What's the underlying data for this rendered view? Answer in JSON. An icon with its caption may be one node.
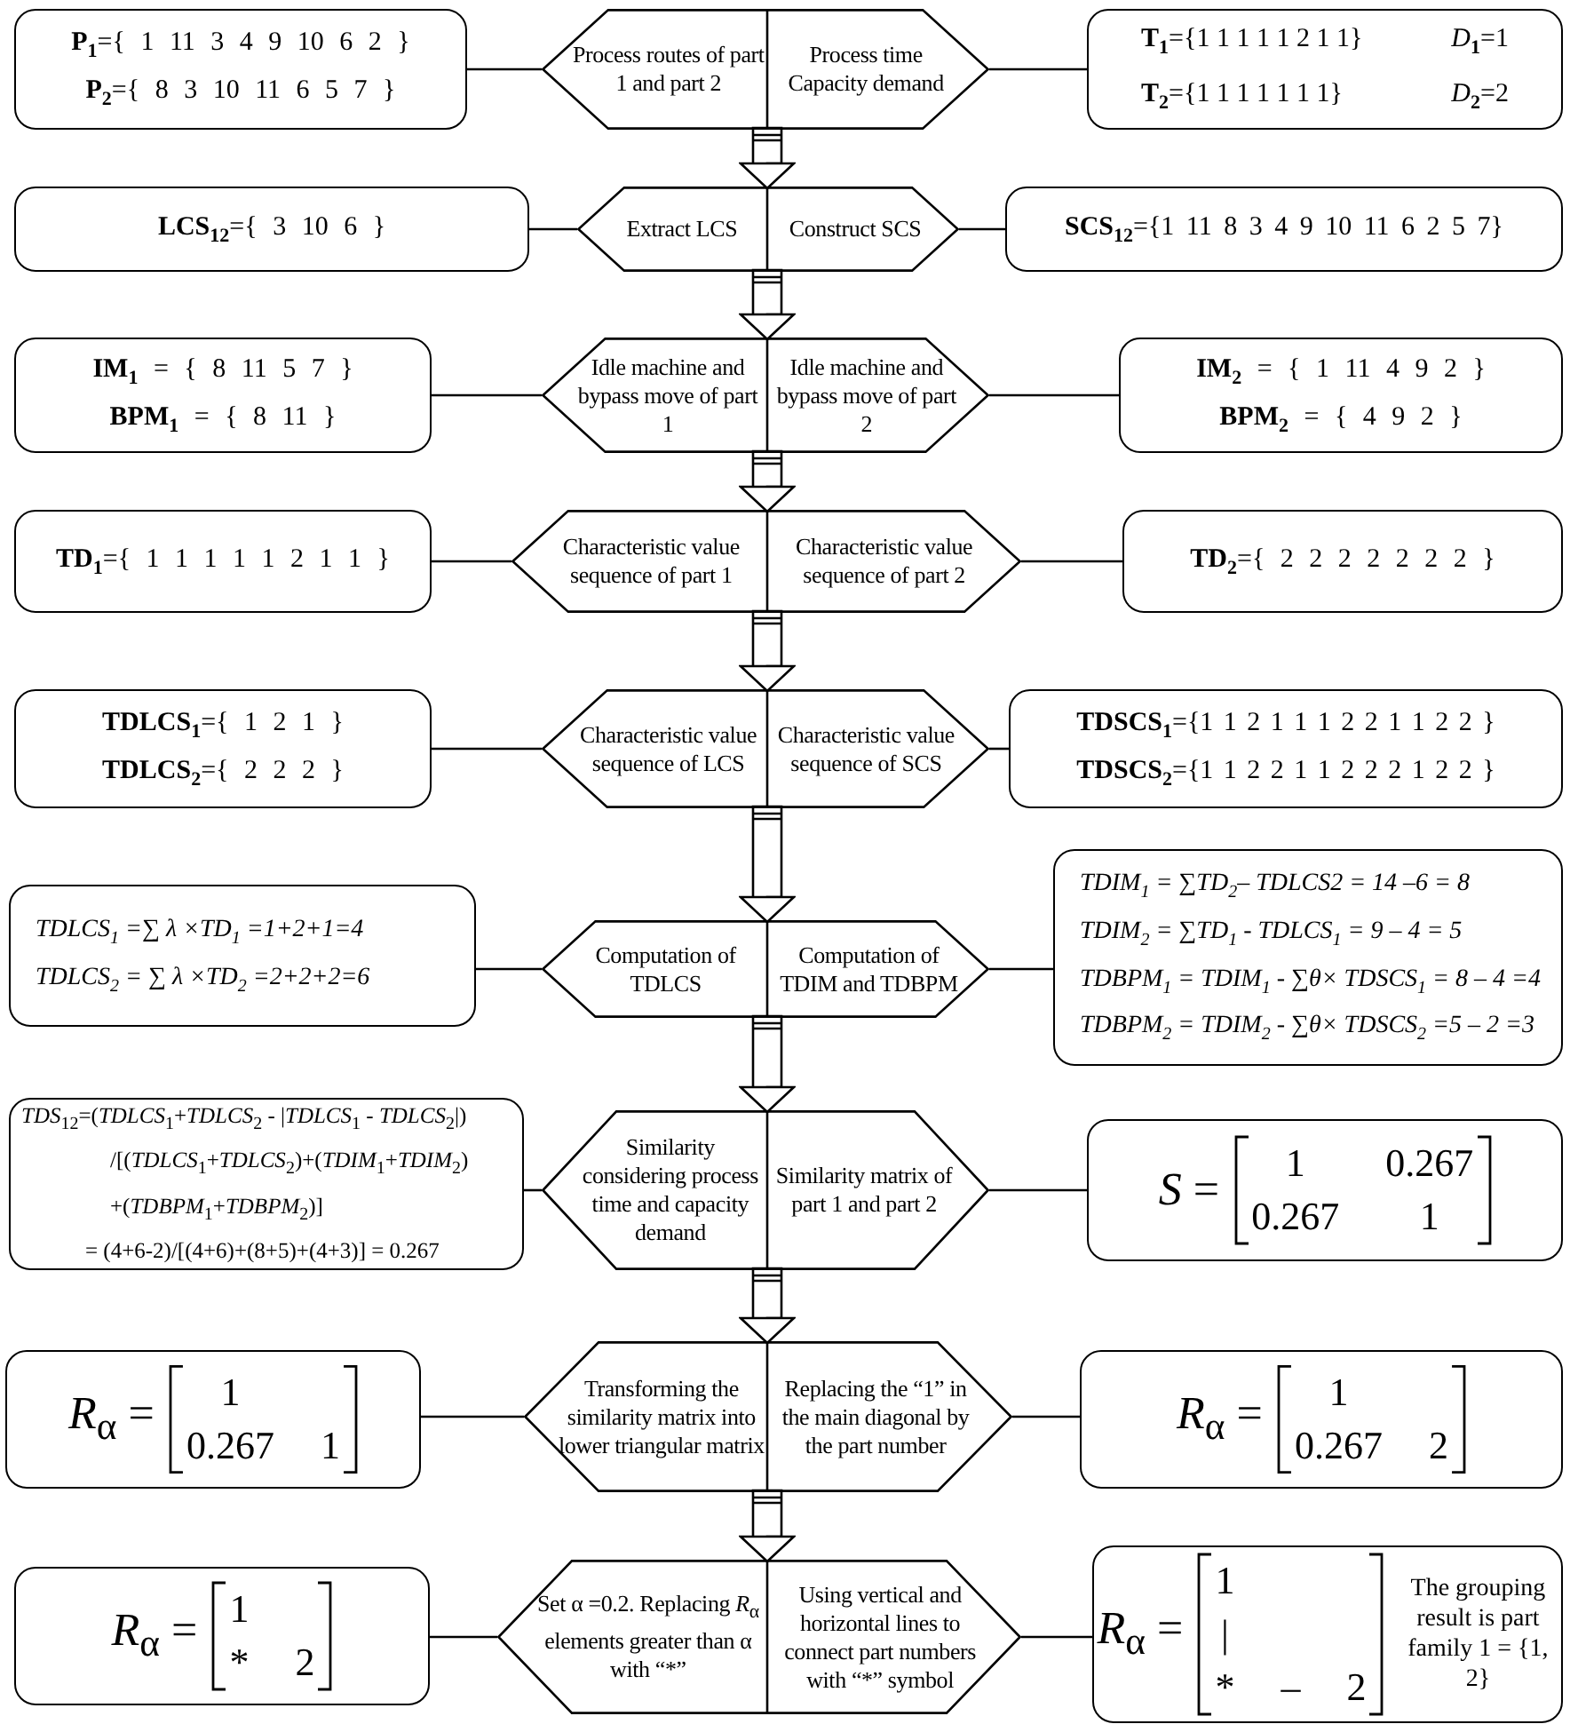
{
  "diagram": {
    "nodes": [
      {
        "text": [
          "**P**$_{1}$={ 1 11 3 4 9 10 6 2 }",
          "**P**$_{2}$={ 8 3 10 11 6 5 7 }"
        ]
      },
      {
        "text": [
          "Process routes of part 1 and part 2",
          "Process time Capacity demand"
        ]
      },
      {
        "text": [
          "**T**$_{1}$={1 1 1 1 1 2 1 1}",
          "*D*$_{1}$=1",
          "**T**$_{2}$={1 1 1 1 1 1 1}",
          "*D*$_{2}$=2"
        ]
      },
      {
        "text": [
          "**LCS**$_{12}$={ 3 10 6 }"
        ]
      },
      {
        "text": [
          "Extract LCS",
          "Construct SCS"
        ]
      },
      {
        "text": [
          "**SCS**$_{12}$={1 11 8 3 4 9 10 11 6 2 5 7}"
        ]
      },
      {
        "text": [
          "**IM**$_{1}$ = { 8 11 5 7 }",
          "**BPM**$_{1}$ = { 8 11 }"
        ]
      },
      {
        "text": [
          "Idle machine and bypass move of part 1",
          "Idle machine and bypass move of part 2"
        ]
      },
      {
        "text": [
          "**IM**$_{2}$ = { 1 11 4 9 2 }",
          "**BPM**$_{2}$ = { 4 9 2 }"
        ]
      },
      {
        "text": [
          "**TD**$_{1}$={ 1 1 1 1 1 2 1 1 }"
        ]
      },
      {
        "text": [
          "Characteristic value sequence of part 1",
          "Characteristic value sequence of part 2"
        ]
      },
      {
        "text": [
          "**TD**$_{2}$={ 2 2 2 2 2 2 2 }"
        ]
      },
      {
        "text": [
          "**TDLCS**$_{1}$={ 1 2 1 }",
          "**TDLCS**$_{2}$={ 2 2 2 }"
        ]
      },
      {
        "text": [
          "Characteristic value sequence of LCS",
          "Characteristic value sequence of SCS"
        ]
      },
      {
        "text": [
          "**TDSCS**$_{1}$={1 1 2 1 1 1 2 2 1 1 2 2 }",
          "**TDSCS**$_{2}$={1 1 2 2 1 1 2 2 2 1 2 2 }"
        ]
      },
      {
        "text": [
          "TDLCS$_{1}$ =∑ λ ×TD$_{1}$ =1+2+1=4",
          "TDLCS$_{2}$ = ∑ λ ×TD$_{2}$ =2+2+2=6"
        ]
      },
      {
        "text": [
          "Computation of TDLCS",
          "Computation of TDIM and TDBPM"
        ]
      },
      {
        "text": [
          "TDIM$_{1}$ = ∑TD$_{2}$– TDLCS2 = 14 –6 = 8",
          "TDIM$_{2}$ = ∑TD$_{1}$ - TDLCS$_{1}$ = 9 – 4 = 5",
          "TDBPM$_{1}$ = TDIM$_{1}$ - ∑θ× TDSCS$_{1}$ = 8 – 4 =4",
          "TDBPM$_{2}$ = TDIM$_{2}$ - ∑θ× TDSCS$_{2}$ =5 – 2 =3"
        ]
      },
      {
        "text": [
          "*TDS*$_{12}$=(*TDLCS*$_{1}$+*TDLCS*$_{2}$ - |*TDLCS*$_{1}$ - *TDLCS*$_{2}$|)",
          "/[(*TDLCS*$_{1}$+*TDLCS*$_{2}$)+(*TDIM*$_{1}$+*TDIM*$_{2}$)",
          "+(*TDBPM*$_{1}$+*TDBPM*$_{2}$)]",
          "= (4+6-2)/[(4+6)+(8+5)+(4+3)] = 0.267"
        ]
      },
      {
        "text": [
          "Similarity considering process time and capacity demand",
          "Similarity matrix of part 1 and part 2"
        ]
      },
      {
        "text": [
          "*S* =",
          "1",
          "0.267",
          "0.267",
          "1"
        ]
      },
      {
        "text": [
          "*R*$_{α}$ =",
          "1",
          "0.267",
          "1"
        ]
      },
      {
        "text": [
          "Transforming the similarity matrix into lower triangular matrix",
          "Replacing the “1” in the main diagonal by the part number"
        ]
      },
      {
        "text": [
          "*R*$_{α}$ =",
          "1",
          "0.267",
          "2"
        ]
      },
      {
        "text": [
          "*R*$_{α}$ =",
          "1",
          "*",
          "2"
        ]
      },
      {
        "text": [
          "Set α =0.2. Replacing *R*$_{α}$ elements greater than α with “*”",
          "Using vertical and horizontal lines to connect part numbers with “*” symbol"
        ]
      },
      {
        "text": [
          "*R*$_{α}$ =",
          "1",
          "|",
          "*",
          "–",
          "2",
          "The grouping result is part family 1 = {1, 2}"
        ]
      }
    ],
    "edges": [
      {
        "from": 0,
        "to": 1,
        "arrow": "none"
      },
      {
        "from": 1,
        "to": 2,
        "arrow": "none"
      },
      {
        "from": 1,
        "to": 4,
        "arrow": "to"
      },
      {
        "from": 3,
        "to": 4,
        "arrow": "none"
      },
      {
        "from": 4,
        "to": 5,
        "arrow": "none"
      },
      {
        "from": 4,
        "to": 7,
        "arrow": "to"
      },
      {
        "from": 6,
        "to": 7,
        "arrow": "none"
      },
      {
        "from": 7,
        "to": 8,
        "arrow": "none"
      },
      {
        "from": 7,
        "to": 10,
        "arrow": "to"
      },
      {
        "from": 9,
        "to": 10,
        "arrow": "none"
      },
      {
        "from": 10,
        "to": 11,
        "arrow": "none"
      },
      {
        "from": 10,
        "to": 13,
        "arrow": "to"
      },
      {
        "from": 12,
        "to": 13,
        "arrow": "none"
      },
      {
        "from": 13,
        "to": 14,
        "arrow": "none"
      },
      {
        "from": 13,
        "to": 16,
        "arrow": "to"
      },
      {
        "from": 15,
        "to": 16,
        "arrow": "none"
      },
      {
        "from": 16,
        "to": 17,
        "arrow": "none"
      },
      {
        "from": 16,
        "to": 19,
        "arrow": "to"
      },
      {
        "from": 18,
        "to": 19,
        "arrow": "none"
      },
      {
        "from": 19,
        "to": 20,
        "arrow": "none"
      },
      {
        "from": 19,
        "to": 22,
        "arrow": "to"
      },
      {
        "from": 21,
        "to": 22,
        "arrow": "none"
      },
      {
        "from": 22,
        "to": 23,
        "arrow": "none"
      },
      {
        "from": 22,
        "to": 25,
        "arrow": "to"
      },
      {
        "from": 24,
        "to": 25,
        "arrow": "none"
      },
      {
        "from": 25,
        "to": 26,
        "arrow": "none"
      }
    ]
  }
}
